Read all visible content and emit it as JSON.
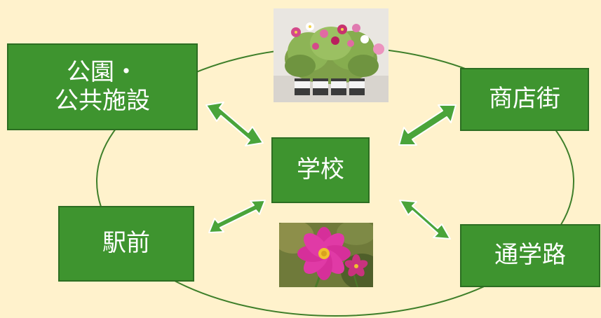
{
  "center": {
    "label": "学校"
  },
  "nodes": {
    "park": {
      "line1": "公園・",
      "line2": "公共施設"
    },
    "shopping": {
      "label": "商店街"
    },
    "station": {
      "label": "駅前"
    },
    "route": {
      "label": "通学路"
    }
  },
  "images": {
    "top": "potted-cosmos-seedlings",
    "bottom": "pink-cosmos-flower"
  },
  "colors": {
    "background": "#fff2cc",
    "box_fill": "#3e942f",
    "box_border": "#2c6e22",
    "arrow_fill": "#4aa43a",
    "ellipse_stroke": "#3e7f2a",
    "text": "#ffffff"
  }
}
